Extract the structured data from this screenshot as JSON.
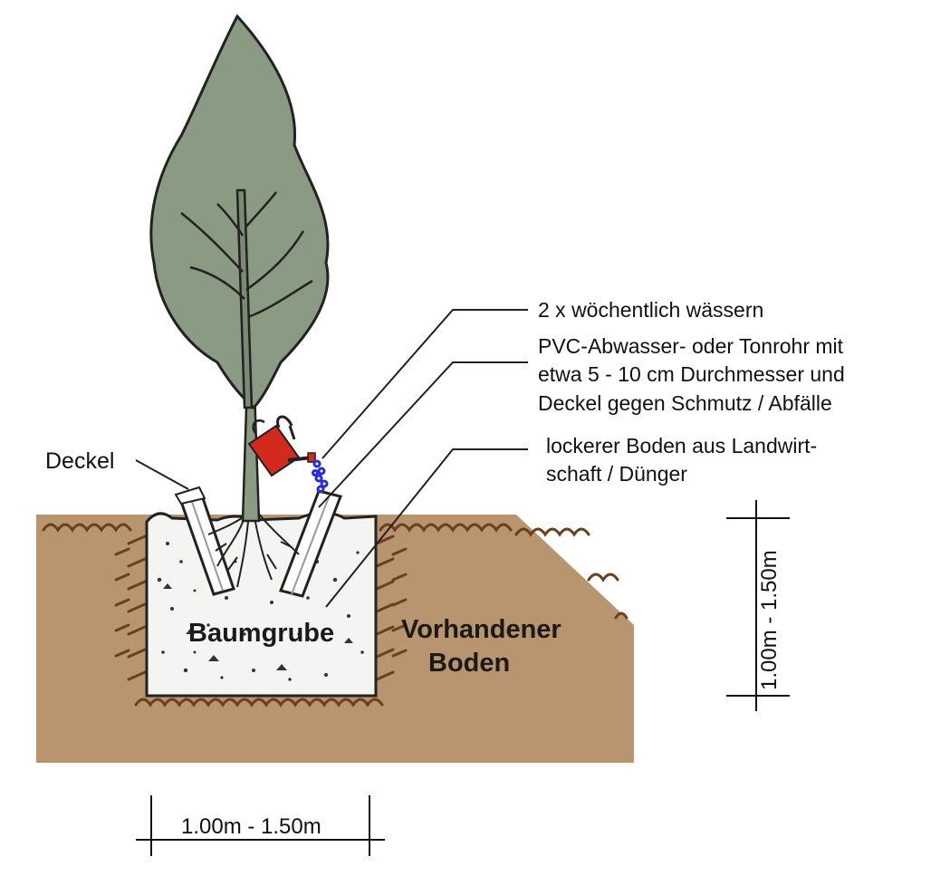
{
  "labels": {
    "lid": "Deckel",
    "pit": "Baumgrube",
    "existing_soil_line1": "Vorhandener",
    "existing_soil_line2": "Boden"
  },
  "annotations": {
    "watering": "2 x wöchentlich wässern",
    "pipe_line1": "PVC-Abwasser- oder Tonrohr mit",
    "pipe_line2": "etwa 5 - 10 cm Durchmesser und",
    "pipe_line3": "Deckel gegen Schmutz / Abfälle",
    "soil_line1": "lockerer Boden aus Landwirt-",
    "soil_line2": "schaft / Dünger"
  },
  "dimensions": {
    "width": "1.00m - 1.50m",
    "depth": "1.00m - 1.50m"
  },
  "colors": {
    "soil": "#b8956e",
    "pit_fill": "#f4f4f2",
    "foliage": "#8b9a83",
    "watering_can": "#d42a1e",
    "water_drops": "#2a2ad8",
    "hatch": "#6b3f1f"
  }
}
